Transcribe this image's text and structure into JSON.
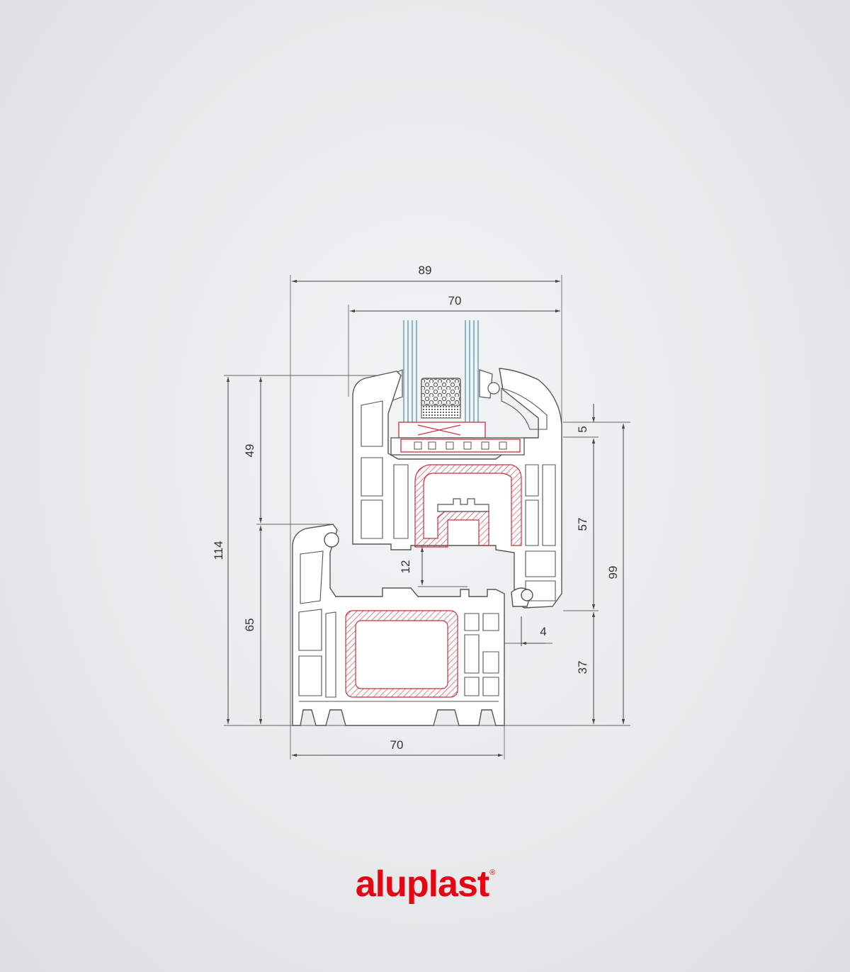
{
  "diagram": {
    "dimensions": {
      "overall_width": "89",
      "sash_width": "70",
      "frame_width": "70",
      "total_height": "114",
      "sash_overlap_height": "49",
      "frame_height": "65",
      "rebate_5": "5",
      "sash_height_57": "57",
      "height_99": "99",
      "rebate_12": "12",
      "overlap_4": "4",
      "frame_height_37": "37"
    }
  },
  "brand": {
    "logo_text": "aluplast",
    "registered_mark": "®",
    "color": "#e30613"
  },
  "colors": {
    "profile_line": "#555555",
    "reinforcement": "#c8323c",
    "glass": "#6fa8b8",
    "dimension_line": "#444444"
  }
}
